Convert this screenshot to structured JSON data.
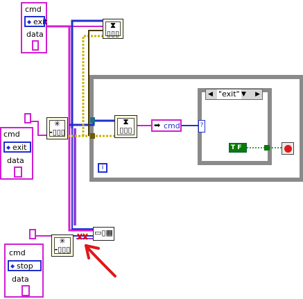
{
  "clusters": [
    {
      "label": "cmd",
      "value": "exit",
      "data_label": "data"
    },
    {
      "label": "cmd",
      "value": "exit",
      "data_label": "data"
    },
    {
      "label": "cmd",
      "value": "stop",
      "data_label": "data"
    }
  ],
  "unbundle": {
    "label": "cmd"
  },
  "case_selector": {
    "value": "\"exit\""
  },
  "bool_const": {
    "label": "T F"
  },
  "loop_iteration": {
    "label": "i"
  },
  "colors": {
    "cluster_wire": "#d11ed3",
    "enum_wire": "#1f2fd0",
    "queue_wire": "#7a3a00",
    "error_wire": "#c8b400",
    "bool_wire": "#0a7a0a",
    "annotation_arrow": "#e01818"
  }
}
